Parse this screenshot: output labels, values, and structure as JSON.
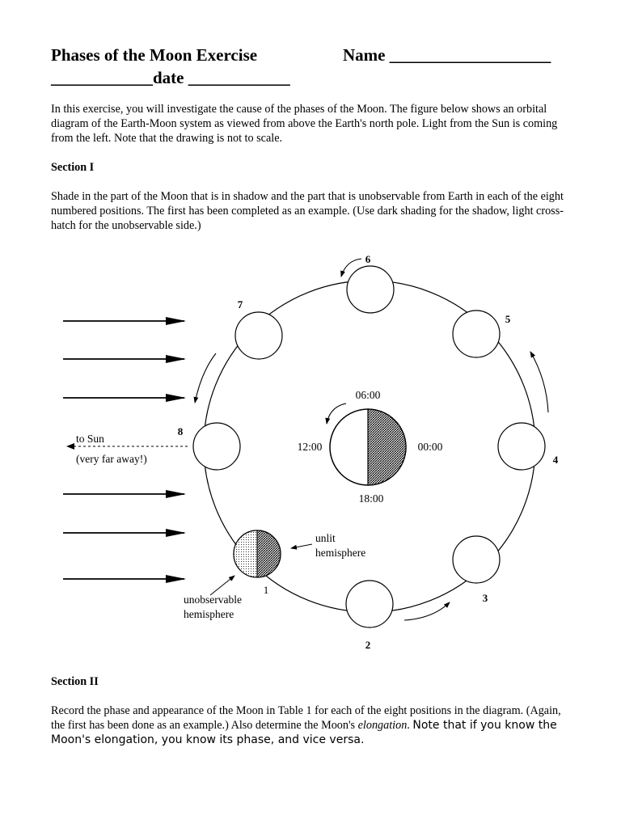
{
  "header": {
    "title": "Phases of the Moon Exercise",
    "name_label": "Name ___________________",
    "date_line": "____________date ____________"
  },
  "intro": "In this exercise, you will investigate the cause of the phases of the Moon. The figure below shows an orbital diagram of the Earth-Moon system as viewed from above the Earth's north pole. Light from the Sun is coming from the left. Note that the drawing is not to scale.",
  "section1": {
    "heading": "Section I",
    "text": "Shade in the part of the Moon that is in shadow and the part that is unobservable from Earth in each of the eight numbered positions. The first has been completed as an example. (Use dark shading for the shadow, light cross-hatch for the unobservable side.)"
  },
  "diagram": {
    "positions": [
      "1",
      "2",
      "3",
      "4",
      "5",
      "6",
      "7",
      "8"
    ],
    "earth_times": {
      "top": "06:00",
      "left": "12:00",
      "right": "00:00",
      "bottom": "18:00"
    },
    "sun_label": "to Sun",
    "sun_note": "(very far away!)",
    "unlit_label_1": "unlit",
    "unlit_label_2": "hemisphere",
    "unobs_label_1": "unobservable",
    "unobs_label_2": "hemisphere"
  },
  "section2": {
    "heading": "Section II",
    "text_a": "Record the phase and appearance of the Moon in Table 1 for each of the eight positions in the diagram. (Again, the first has been done as an example.) Also determine the Moon's ",
    "text_em": "elongation",
    "text_b": ". ",
    "text_c": "Note that if you know the Moon's elongation, you know its phase, and vice versa."
  }
}
